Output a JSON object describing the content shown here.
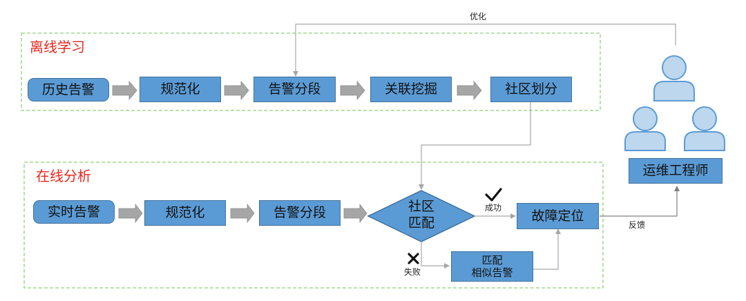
{
  "offline": {
    "label": "离线学习",
    "steps": [
      "历史告警",
      "规范化",
      "告警分段",
      "关联挖掘",
      "社区划分"
    ]
  },
  "online": {
    "label": "在线分析",
    "steps": [
      "实时告警",
      "规范化",
      "告警分段"
    ],
    "decision": [
      "社区",
      "匹配"
    ],
    "success_label": "成功",
    "fail_label": "失败",
    "result": "故障定位",
    "fallback": [
      "匹配",
      "相似告警"
    ]
  },
  "engineer": {
    "label": "运维工程师",
    "optimize_label": "优化",
    "feedback_label": "反馈"
  },
  "colors": {
    "box_fill": "#5b9bd5",
    "box_border": "#41719c",
    "chevron": "#a6a6a6",
    "region_border": "#8fd175",
    "region_label": "#e8261c",
    "connector": "#a6a6a6",
    "person": "#bdd7ee",
    "person_border": "#5b9bd5"
  },
  "icons": [
    "check-icon",
    "cross-icon",
    "person-icon",
    "chevron-arrow-icon"
  ]
}
